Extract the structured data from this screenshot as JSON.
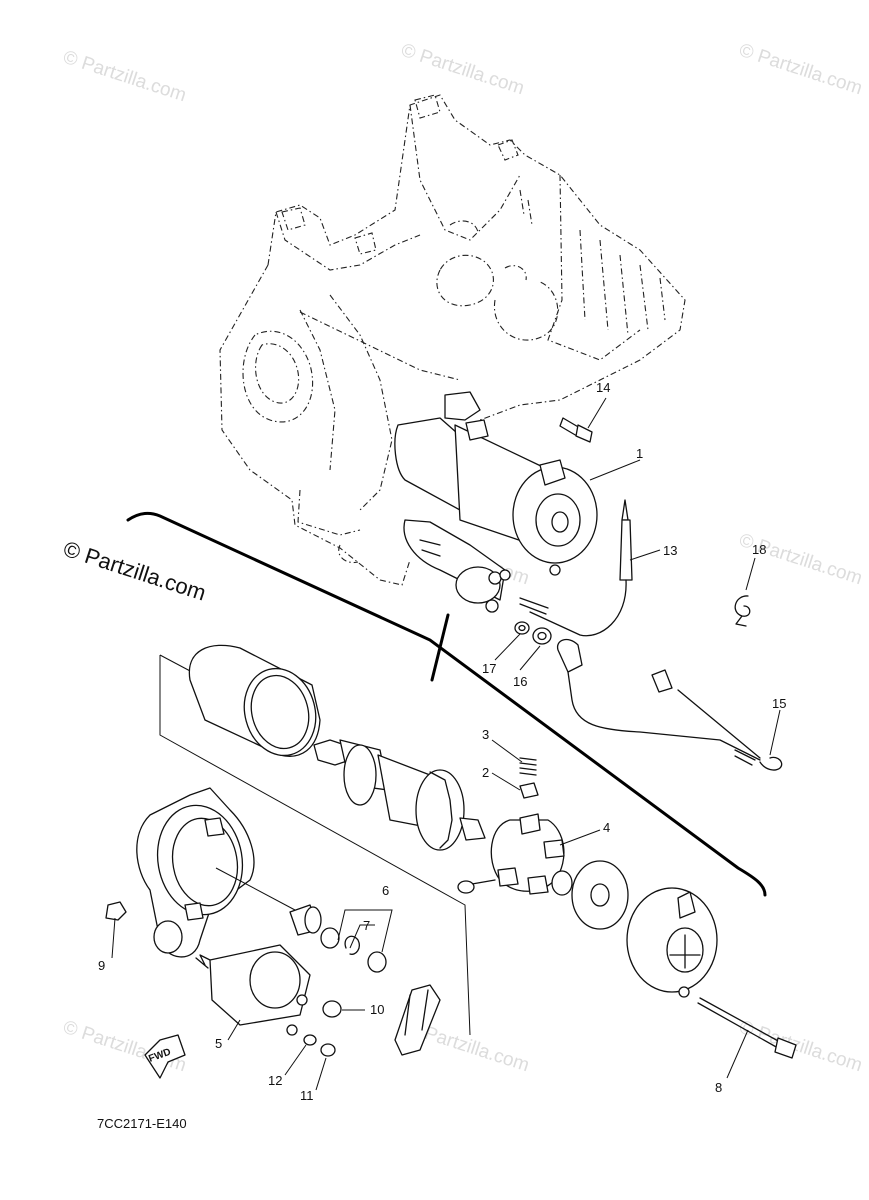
{
  "watermark": {
    "faint": "© Partzilla.com",
    "main": "© Partzilla.com"
  },
  "diagram_code": "7CC2171-E140",
  "fwd_label": "FWD",
  "callouts": {
    "c1": "1",
    "c2": "2",
    "c3": "3",
    "c4": "4",
    "c5": "5",
    "c6": "6",
    "c7": "7",
    "c8": "8",
    "c9": "9",
    "c10": "10",
    "c11": "11",
    "c12": "12",
    "c13": "13",
    "c14": "14",
    "c15": "15",
    "c16": "16",
    "c17": "17",
    "c18": "18"
  },
  "colors": {
    "line": "#111111",
    "watermark": "#dcdcdc",
    "background": "#ffffff"
  }
}
